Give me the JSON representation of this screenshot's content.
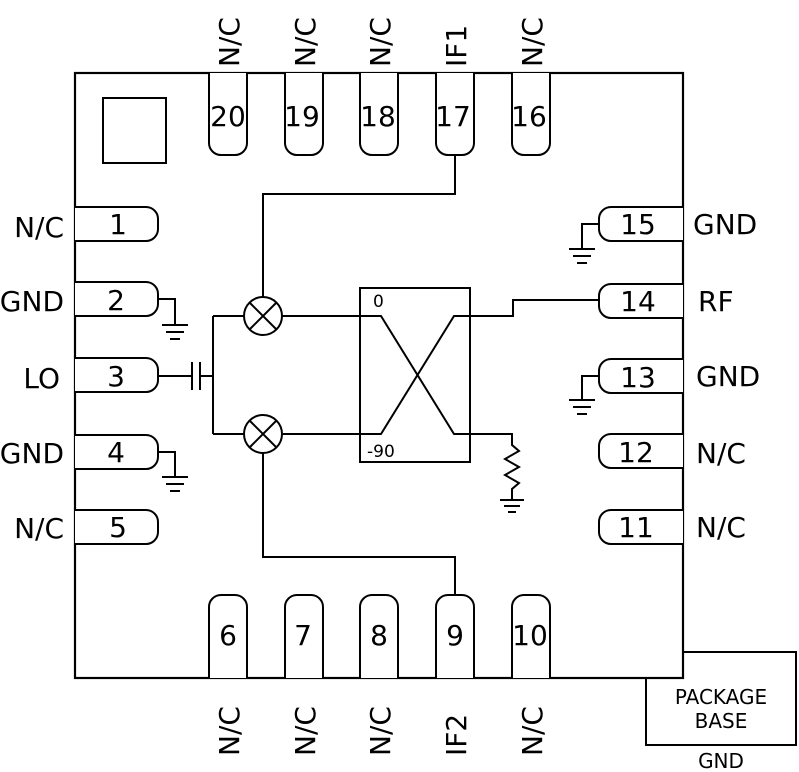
{
  "pins": {
    "p1": {
      "number": "1",
      "label": "N/C"
    },
    "p2": {
      "number": "2",
      "label": "GND"
    },
    "p3": {
      "number": "3",
      "label": "LO"
    },
    "p4": {
      "number": "4",
      "label": "GND"
    },
    "p5": {
      "number": "5",
      "label": "N/C"
    },
    "p6": {
      "number": "6",
      "label": "N/C"
    },
    "p7": {
      "number": "7",
      "label": "N/C"
    },
    "p8": {
      "number": "8",
      "label": "N/C"
    },
    "p9": {
      "number": "9",
      "label": "IF2"
    },
    "p10": {
      "number": "10",
      "label": "N/C"
    },
    "p11": {
      "number": "11",
      "label": "N/C"
    },
    "p12": {
      "number": "12",
      "label": "N/C"
    },
    "p13": {
      "number": "13",
      "label": "GND"
    },
    "p14": {
      "number": "14",
      "label": "RF"
    },
    "p15": {
      "number": "15",
      "label": "GND"
    },
    "p16": {
      "number": "16",
      "label": "N/C"
    },
    "p17": {
      "number": "17",
      "label": "IF1"
    },
    "p18": {
      "number": "18",
      "label": "N/C"
    },
    "p19": {
      "number": "19",
      "label": "N/C"
    },
    "p20": {
      "number": "20",
      "label": "N/C"
    }
  },
  "hybrid": {
    "port_top": "0",
    "port_bottom": "-90"
  },
  "package_base": {
    "line1": "PACKAGE",
    "line2": "BASE",
    "gnd": "GND"
  }
}
